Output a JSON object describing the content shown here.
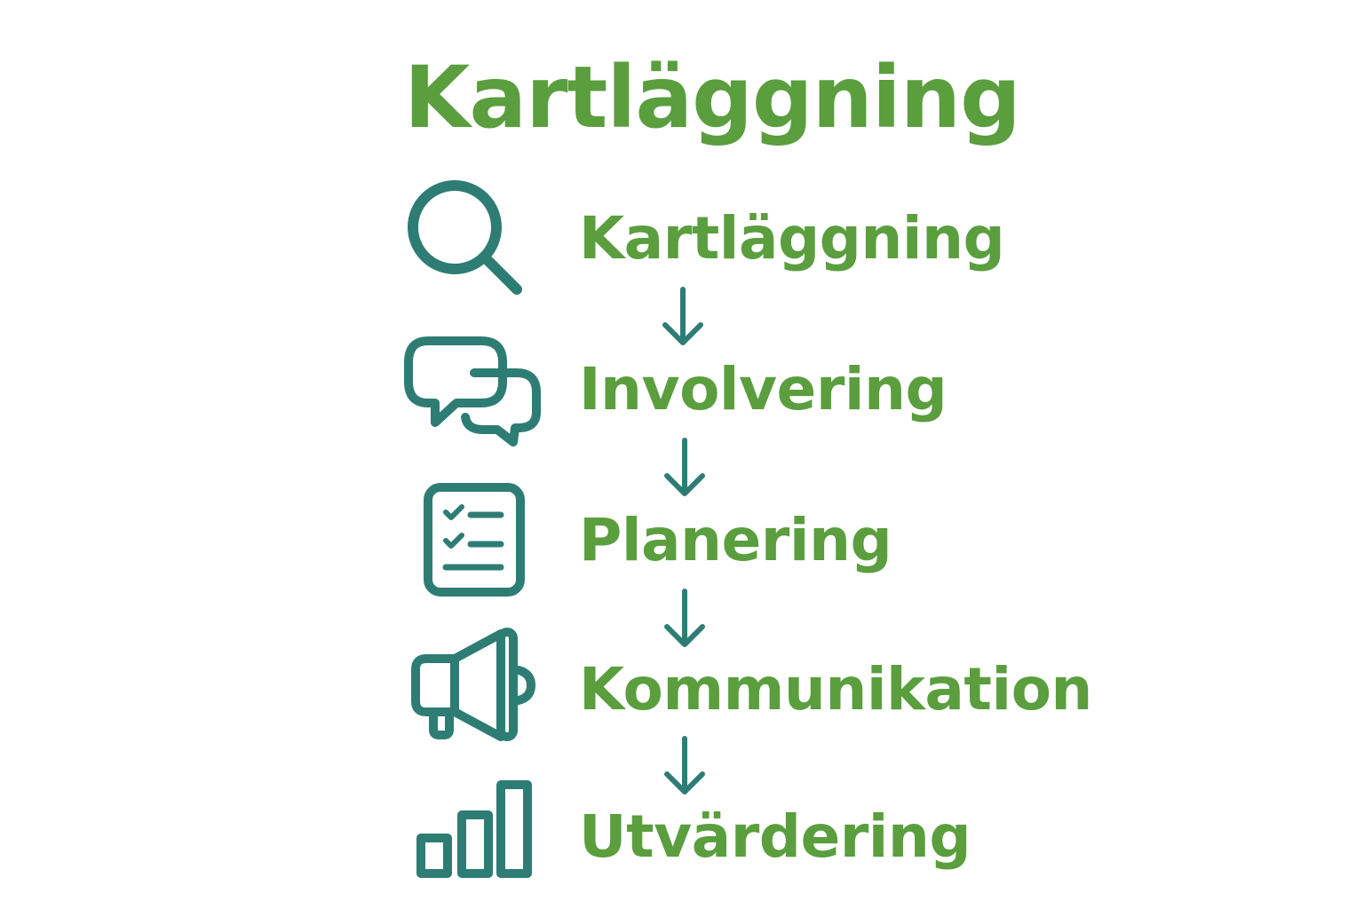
{
  "title": "Kartläggning",
  "steps": [
    {
      "label": "Kartläggning",
      "icon": "search-icon"
    },
    {
      "label": "Involvering",
      "icon": "chat-bubbles-icon"
    },
    {
      "label": "Planering",
      "icon": "checklist-icon"
    },
    {
      "label": "Kommunikation",
      "icon": "megaphone-icon"
    },
    {
      "label": "Utvärdering",
      "icon": "bar-chart-icon"
    }
  ],
  "colors": {
    "text": "#5a9e3e",
    "icon": "#2e7d74",
    "background": "#ffffff"
  }
}
